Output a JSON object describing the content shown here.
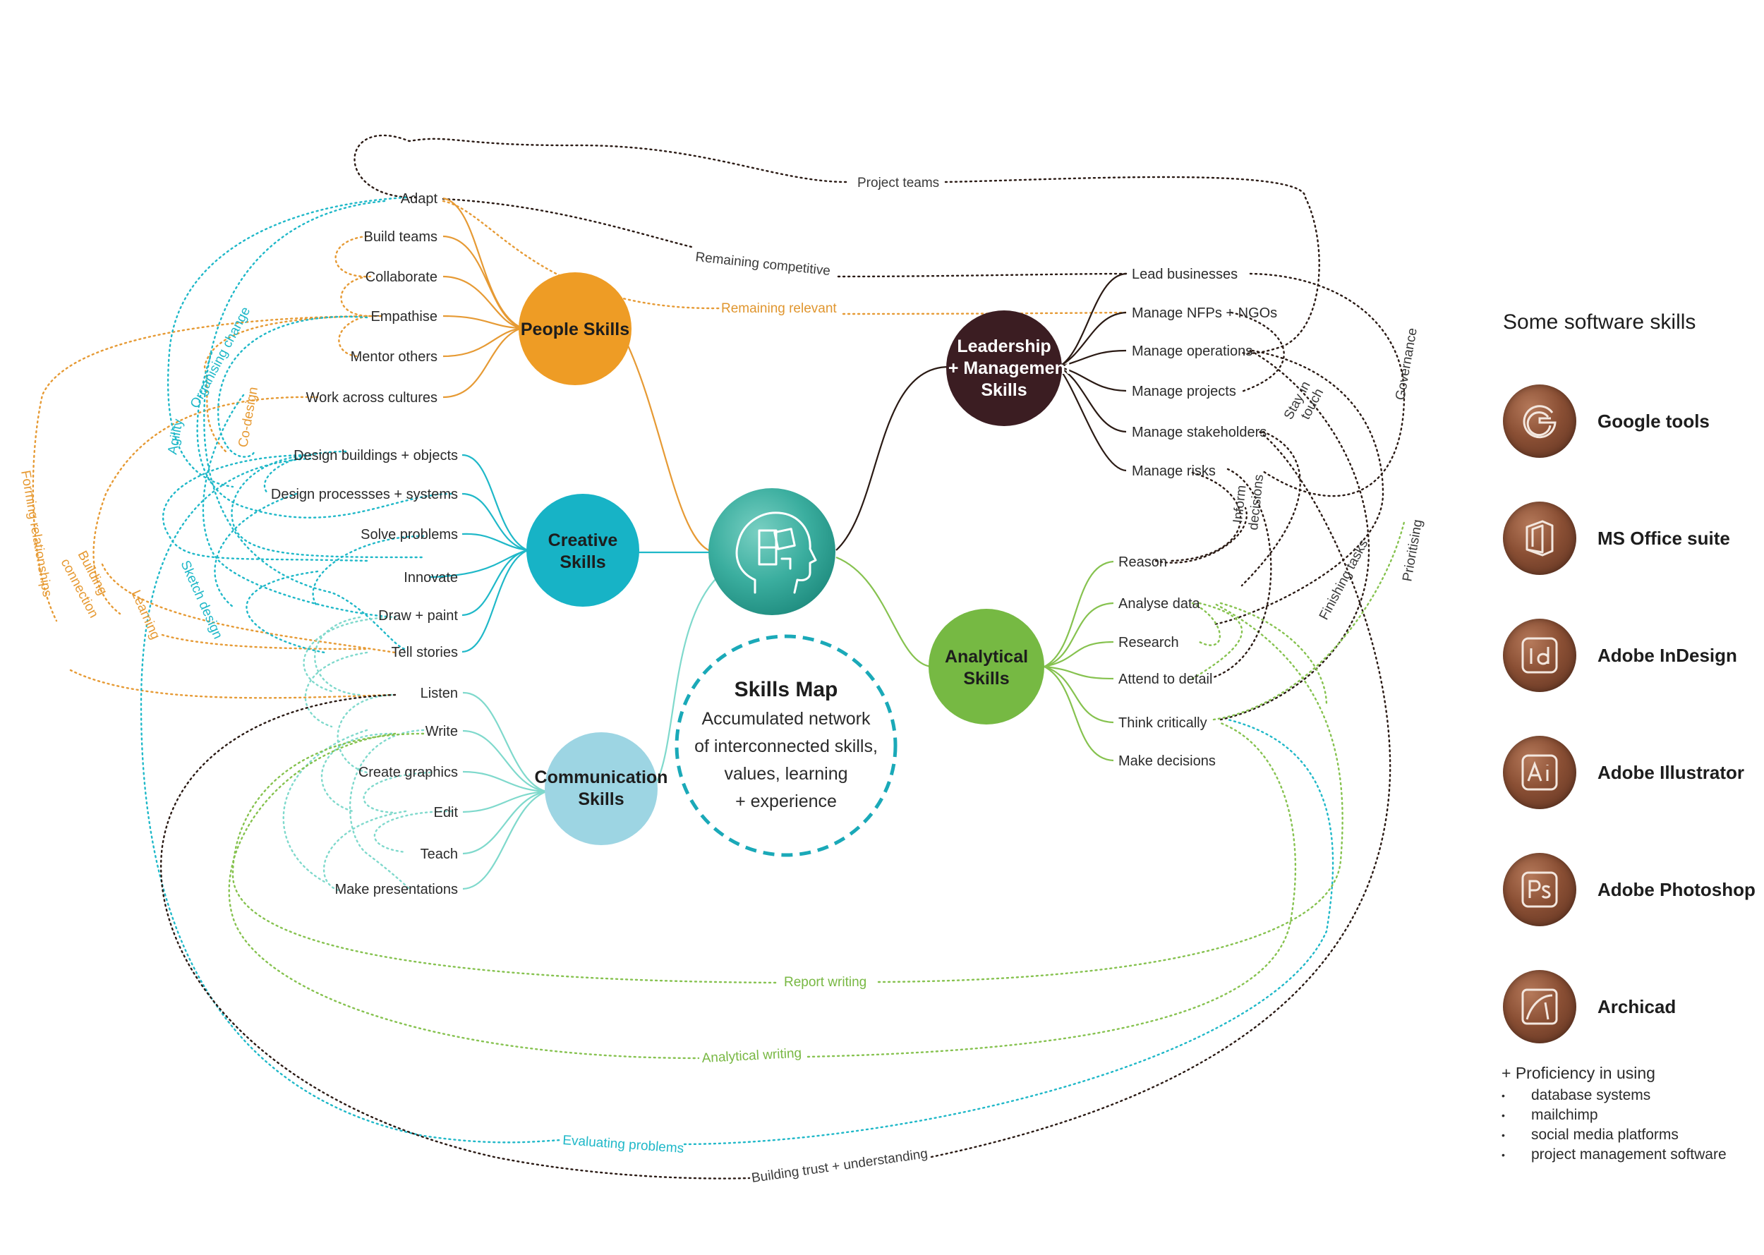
{
  "colors": {
    "people": "#ee9c25",
    "creative": "#17b3c6",
    "communication": "#9dd5e3",
    "leadership": "#3b1d22",
    "analytical": "#76b943",
    "center": "#3bae9f",
    "people_line": "#e69a34",
    "creative_line": "#1fb8c8",
    "communication_line": "#7fd9cc",
    "leadership_line": "#2a1a14",
    "analytical_line": "#86c24f",
    "software_icon": "#8a4f34"
  },
  "map": {
    "center": {
      "icon": "head-puzzle-icon"
    },
    "skills_map": {
      "title": "Skills Map",
      "line1": "Accumulated network",
      "line2": "of interconnected skills,",
      "line3": "values, learning",
      "line4": "+ experience"
    },
    "hubs": {
      "people": {
        "line1": "People Skills"
      },
      "creative": {
        "line1": "Creative",
        "line2": "Skills"
      },
      "communication": {
        "line1": "Communication",
        "line2": "Skills"
      },
      "leadership": {
        "line1": "Leadership",
        "line2": "+ Management",
        "line3": "Skills"
      },
      "analytical": {
        "line1": "Analytical",
        "line2": "Skills"
      }
    },
    "people_skills": [
      "Adapt",
      "Build teams",
      "Collaborate",
      "Empathise",
      "Mentor others",
      "Work across cultures"
    ],
    "creative_skills": [
      "Design buildings + objects",
      "Design processses + systems",
      "Solve problems",
      "Innovate",
      "Draw + paint",
      "Tell stories"
    ],
    "communication_skills": [
      "Listen",
      "Write",
      "Create graphics",
      "Edit",
      "Teach",
      "Make presentations"
    ],
    "leadership_skills": [
      "Lead businesses",
      "Manage NFPs + NGOs",
      "Manage operations",
      "Manage projects",
      "Manage stakeholders",
      "Manage risks"
    ],
    "analytical_skills": [
      "Reason",
      "Analyse data",
      "Research",
      "Attend to detail",
      "Think critically",
      "Make decisions"
    ],
    "connections": {
      "project_teams": "Project teams",
      "remaining_competitive": "Remaining competitive",
      "remaining_relevant": "Remaining relevant",
      "organising_change": "Organising change",
      "agility": "Agility",
      "co_design": "Co-design",
      "forming_relationships": "Forming relationships",
      "building_connection_1": "Building",
      "building_connection_2": "connection",
      "learning": "Learning",
      "sketch_design": "Sketch design",
      "governance": "Governance",
      "stay_in_touch_1": "Stay in",
      "stay_in_touch_2": "touch",
      "inform_decisions_1": "Inform",
      "inform_decisions_2": "decisions",
      "finishing_tasks": "Finishing tasks",
      "prioritising": "Prioritising",
      "report_writing": "Report writing",
      "analytical_writing": "Analytical writing",
      "evaluating_problems": "Evaluating problems",
      "building_trust": "Building trust + understanding"
    }
  },
  "software": {
    "title": "Some software skills",
    "items": [
      {
        "label": "Google tools",
        "icon": "google-icon"
      },
      {
        "label": "MS Office suite",
        "icon": "ms-office-icon"
      },
      {
        "label": "Adobe InDesign",
        "icon": "indesign-icon"
      },
      {
        "label": "Adobe Illustrator",
        "icon": "illustrator-icon"
      },
      {
        "label": "Adobe Photoshop",
        "icon": "photoshop-icon"
      },
      {
        "label": "Archicad",
        "icon": "archicad-icon"
      }
    ],
    "proficiency": {
      "head": "+ Proficiency in using",
      "items": [
        "database systems",
        "mailchimp",
        "social media platforms",
        "project management software"
      ]
    }
  }
}
